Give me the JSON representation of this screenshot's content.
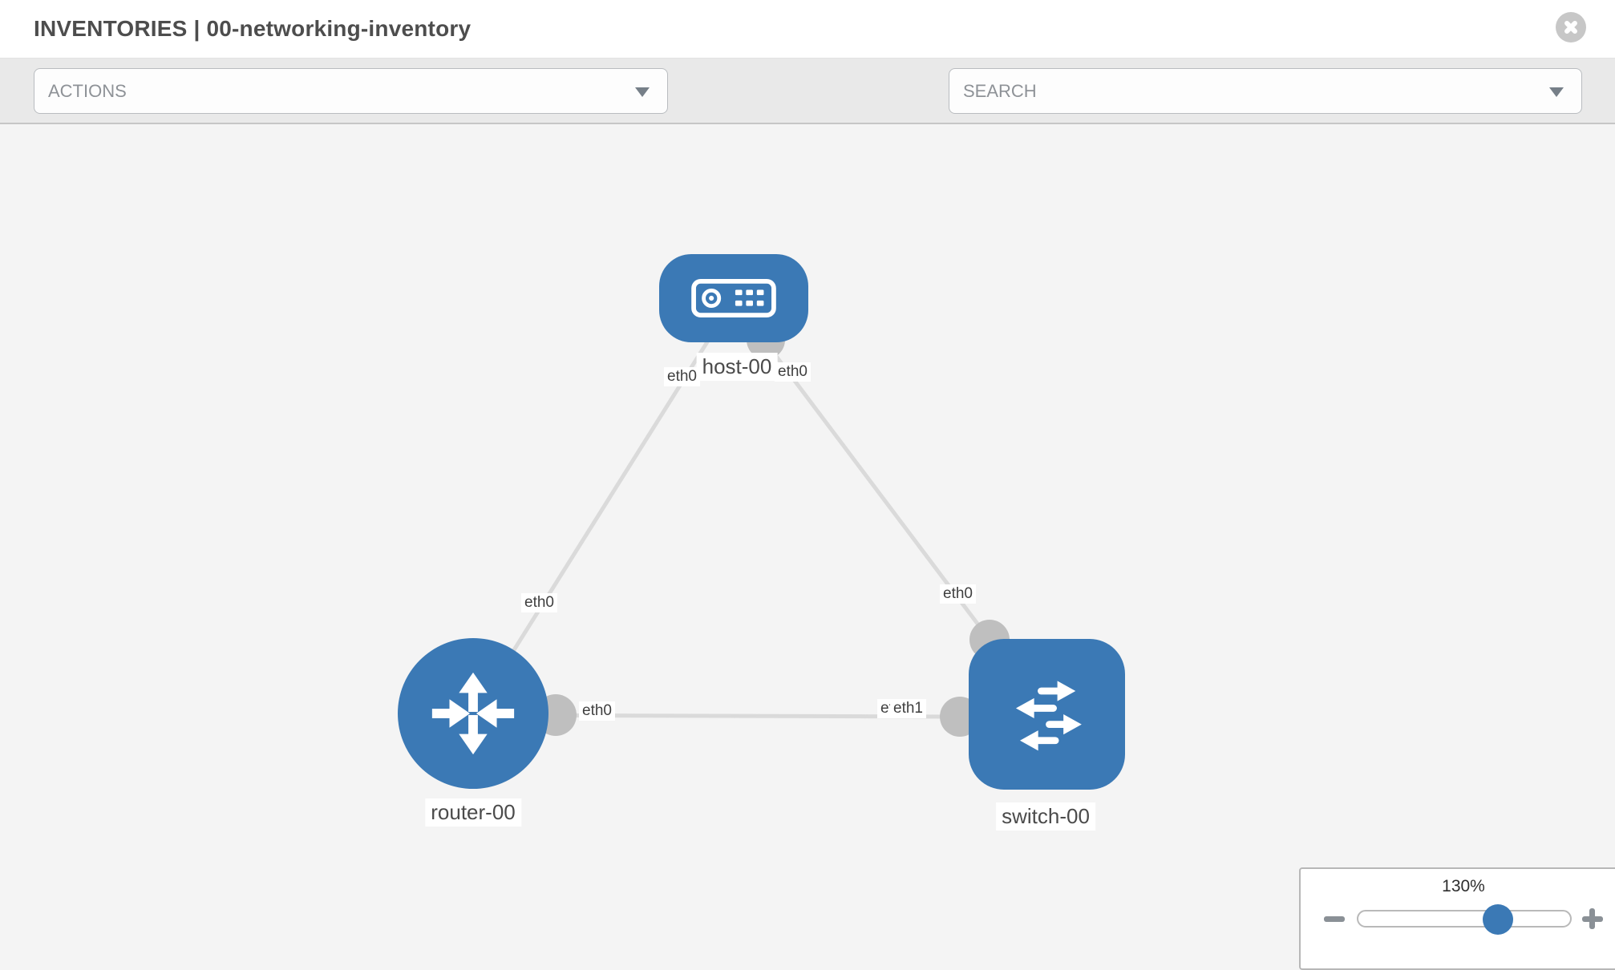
{
  "header": {
    "title": "INVENTORIES | 00-networking-inventory"
  },
  "toolbar": {
    "actions_label": "ACTIONS",
    "search_label": "SEARCH"
  },
  "icons": {
    "close": "circle-x",
    "wrench": "wrench",
    "key": "key",
    "dropdown_caret": "triangle-down",
    "zoom_out": "minus",
    "zoom_in": "plus"
  },
  "colors": {
    "node_blue": "#3b79b5",
    "link_gray": "#dadada",
    "port_gray": "#bfbfbf",
    "toolbar_bg": "#e9e9e9",
    "canvas_bg": "#f4f4f4"
  },
  "topology": {
    "nodes": [
      {
        "id": "host-00",
        "label": "host-00",
        "type": "host"
      },
      {
        "id": "router-00",
        "label": "router-00",
        "type": "router"
      },
      {
        "id": "switch-00",
        "label": "switch-00",
        "type": "switch"
      }
    ],
    "interface_labels": {
      "host_left": "eth0",
      "host_right": "eth0",
      "router_top": "eth0",
      "switch_top": "eth0",
      "router_right": "eth0",
      "mid_under": "eth0",
      "mid_over": "eth1"
    },
    "links": [
      {
        "from": "host-00",
        "from_iface": "eth0",
        "to": "router-00",
        "to_iface": "eth0"
      },
      {
        "from": "host-00",
        "from_iface": "eth0",
        "to": "switch-00",
        "to_iface": "eth0"
      },
      {
        "from": "router-00",
        "from_iface": "eth0",
        "to": "switch-00",
        "to_iface": "eth1"
      }
    ]
  },
  "zoom_control": {
    "value_label": "130%",
    "percent": 130
  }
}
